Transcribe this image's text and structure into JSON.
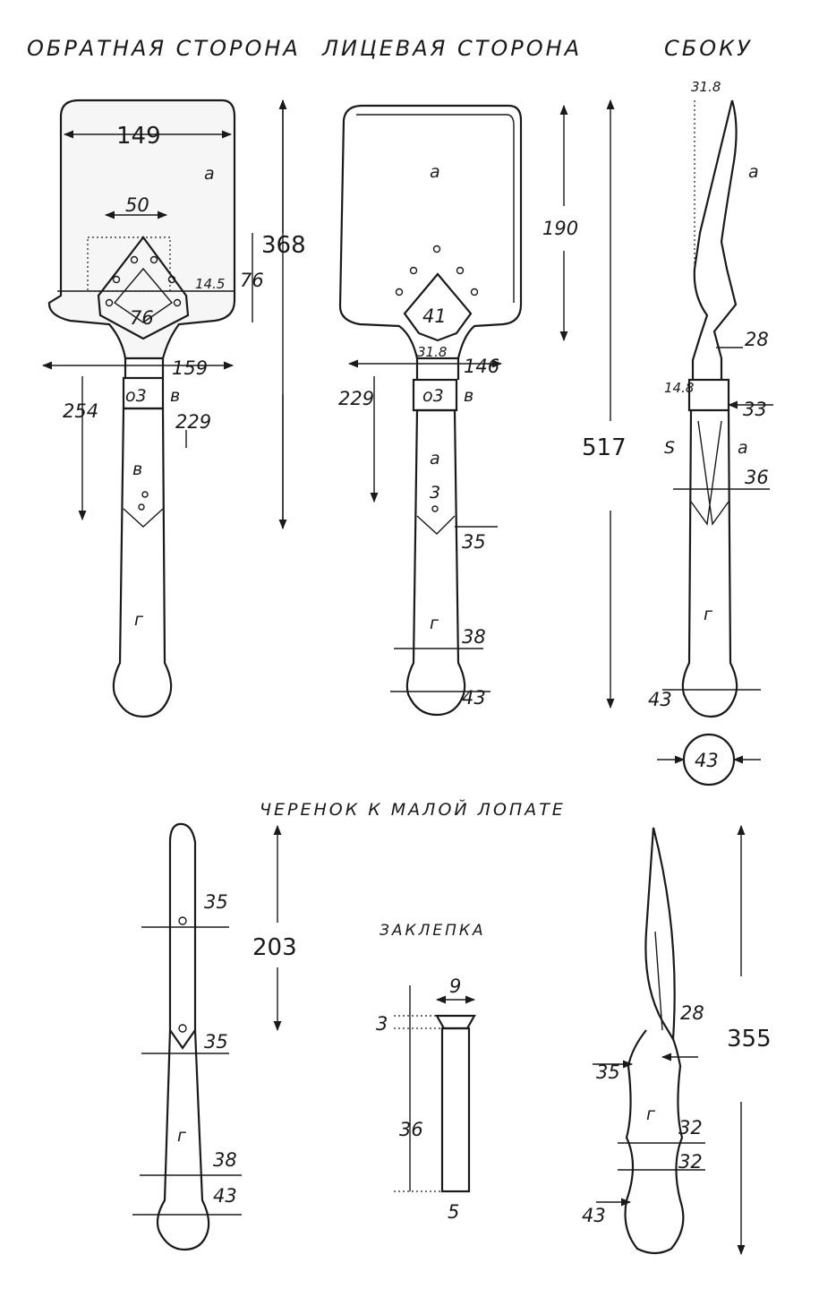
{
  "headings": {
    "back": "ОБРАТНАЯ СТОРОНА",
    "front": "ЛИЦЕВАЯ СТОРОНА",
    "side": "СБОКУ",
    "handle": "ЧЕРЕНОК К МАЛОЙ ЛОПАТЕ",
    "rivet": "ЗАКЛЕПКА"
  },
  "back_view": {
    "blade_width": "149",
    "plate_width": "50",
    "total_length": "368",
    "plate_height": "76",
    "plate_small": "14.5",
    "plate_lower": "76",
    "neck_width": "159",
    "left_dim": "254",
    "right_dim": "229",
    "part_a": "a",
    "part_b": "в",
    "part_v": "в",
    "part_g": "г",
    "ring_mark": "о3"
  },
  "front_view": {
    "blade_height": "190",
    "plate": "41",
    "neck_left": "31.8",
    "neck_right": "146",
    "left_dim": "229",
    "part_a": "a",
    "part_b": "в",
    "part_a2": "a",
    "part_3": "3",
    "part_g": "г",
    "ring_mark": "о3",
    "d35": "35",
    "d38": "38",
    "d43": "43"
  },
  "side_view": {
    "top": "31.8",
    "part_a": "a",
    "d28": "28",
    "ring": "14.8",
    "d33": "33",
    "total": "517",
    "part_s": "S",
    "part_a2": "a",
    "d36": "36",
    "part_g": "г",
    "d43": "43",
    "circle": "43"
  },
  "handle_front": {
    "d35_top": "35",
    "length": "203",
    "d35_bottom": "35",
    "part_g": "г",
    "d38": "38",
    "d43": "43"
  },
  "rivet": {
    "head": "9",
    "head_h": "3",
    "length": "36",
    "shank": "5"
  },
  "handle_side": {
    "d28": "28",
    "length": "355",
    "d35": "35",
    "part_g": "г",
    "d32a": "32",
    "d32b": "32",
    "d43": "43"
  }
}
